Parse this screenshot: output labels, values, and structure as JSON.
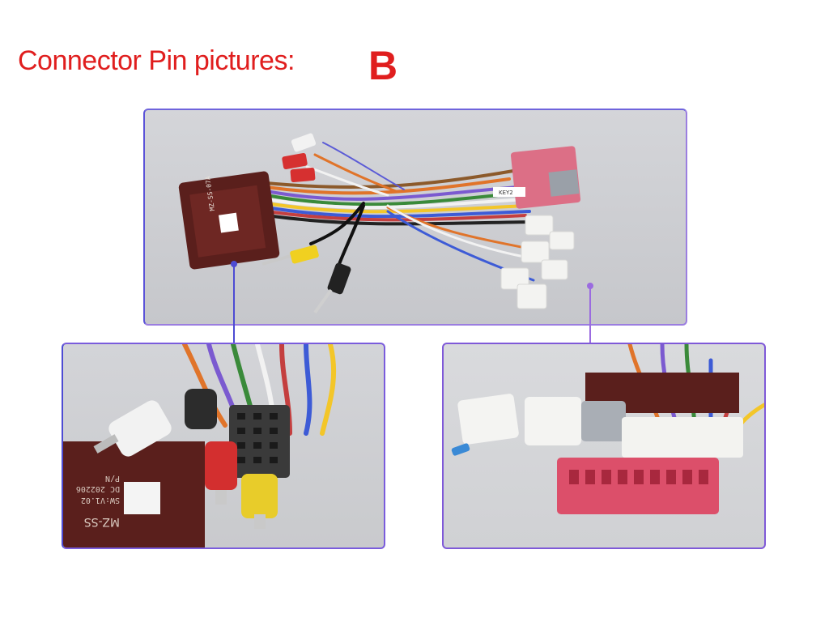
{
  "header": {
    "title": "Connector Pin pictures:",
    "letter": "B"
  },
  "colors": {
    "title": "#e01e1e",
    "panel_border_blue": "#4d4bd3",
    "panel_border_purple": "#9b6be0"
  },
  "labels": {
    "module_model": "MZ-SS-07A",
    "key_tag": "KEY2",
    "closeup_model": "MZ-SS",
    "closeup_version": "SW:V1.02",
    "closeup_dc": "DC 202206",
    "closeup_pn": "P/N"
  }
}
